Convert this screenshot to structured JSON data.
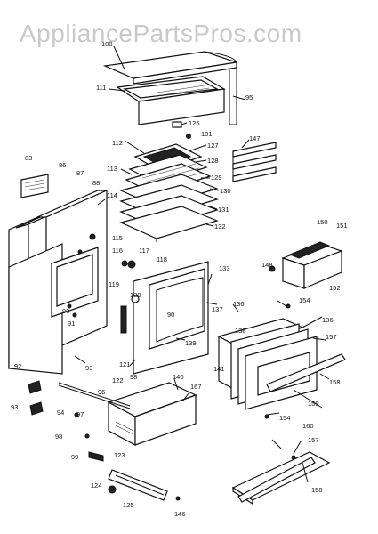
{
  "watermark": "AppliancePartsPros.com",
  "labels": {
    "p83": "83",
    "p86": "86",
    "p87": "87",
    "p88": "88",
    "p90a": "90",
    "p90b": "90",
    "p91": "91",
    "p92": "92",
    "p93a": "93",
    "p93b": "93",
    "p94": "94",
    "p95": "95",
    "p96": "96",
    "p97": "97",
    "p98a": "98",
    "p98b": "98",
    "p99": "99",
    "p100": "100",
    "p101": "101",
    "p111": "111",
    "p112": "112",
    "p113": "113",
    "p114": "114",
    "p115": "115",
    "p116": "116",
    "p117": "117",
    "p118": "118",
    "p119": "119",
    "p120": "120",
    "p121": "121",
    "p122": "122",
    "p123": "123",
    "p124": "124",
    "p125": "125",
    "p126": "126",
    "p127": "127",
    "p128": "128",
    "p129": "129",
    "p130": "130",
    "p131": "131",
    "p132": "132",
    "p133": "133",
    "p136a": "136",
    "p136b": "136",
    "p137": "137",
    "p138": "138",
    "p139": "139",
    "p140": "140",
    "p141": "141",
    "p146": "146",
    "p147": "147",
    "p148": "148",
    "p150": "150",
    "p151": "151",
    "p152": "152",
    "p154a": "154",
    "p154b": "154",
    "p157a": "157",
    "p157b": "157",
    "p158a": "158",
    "p158b": "158",
    "p159": "159",
    "p160": "160",
    "p167": "167"
  }
}
